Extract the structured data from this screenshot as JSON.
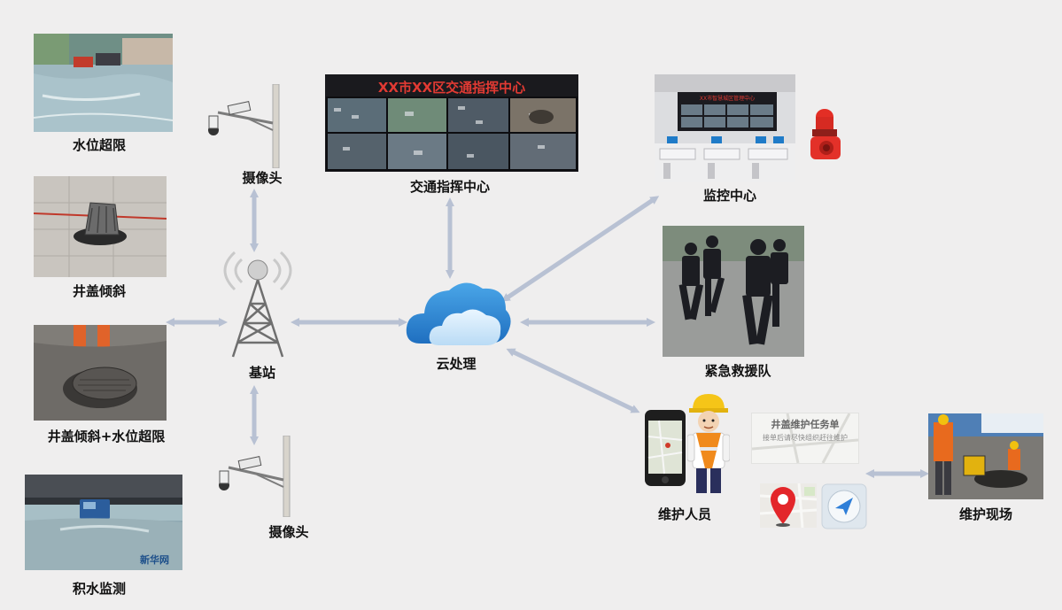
{
  "left_column": {
    "water_level": "水位超限",
    "cover_tilt": "井盖倾斜",
    "tilt_and_water": "井盖倾斜+水位超限",
    "ponding_monitor": "积水监测"
  },
  "camera_top": "摄像头",
  "camera_bottom": "摄像头",
  "base_station": "基站",
  "cloud": "云处理",
  "traffic_center": {
    "label": "交通指挥中心",
    "screen_title": "XX市XX区交通指挥中心"
  },
  "monitor_center": {
    "label": "监控中心",
    "screen_title": "XX市智慧城区管理中心"
  },
  "rescue_team": "紧急救援队",
  "maintenance_staff": "维护人员",
  "task_card": {
    "title": "井盖维护任务单",
    "text": "接单后请尽快组织赶往维护"
  },
  "maintenance_site": "维护现场",
  "watermark": "新华网",
  "colors": {
    "arrow": "#b8c1d3",
    "background": "#efeeee",
    "label": "#111111"
  }
}
